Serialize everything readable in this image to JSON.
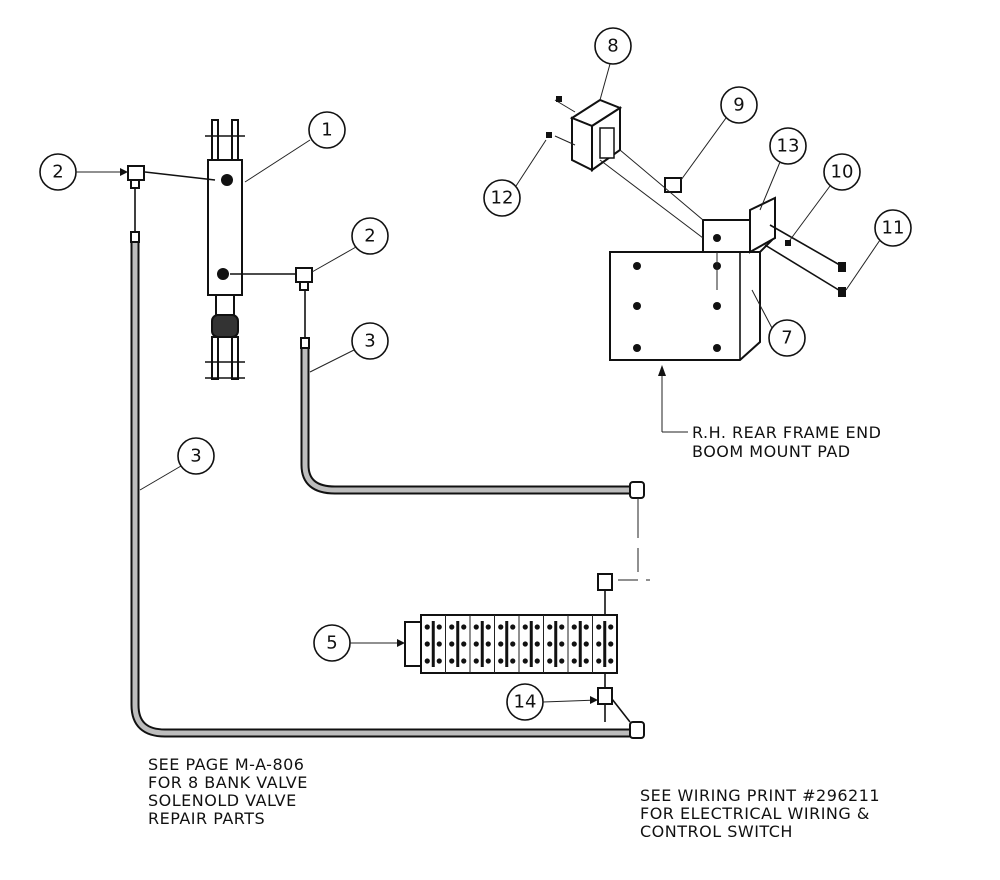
{
  "balloons": {
    "b1": "1",
    "b2a": "2",
    "b2b": "2",
    "b3a": "3",
    "b3b": "3",
    "b5": "5",
    "b7": "7",
    "b8": "8",
    "b9": "9",
    "b10": "10",
    "b11": "11",
    "b12": "12",
    "b13": "13",
    "b14": "14"
  },
  "notes": {
    "mount_pad": [
      "R.H. REAR FRAME END",
      "BOOM MOUNT PAD"
    ],
    "valve": [
      "SEE PAGE M-A-806",
      "FOR 8 BANK VALVE",
      "SOLENOLD VALVE",
      "REPAIR PARTS"
    ],
    "wiring": [
      "SEE WIRING PRINT #296211",
      "FOR ELECTRICAL WIRING &",
      "CONTROL SWITCH"
    ]
  }
}
